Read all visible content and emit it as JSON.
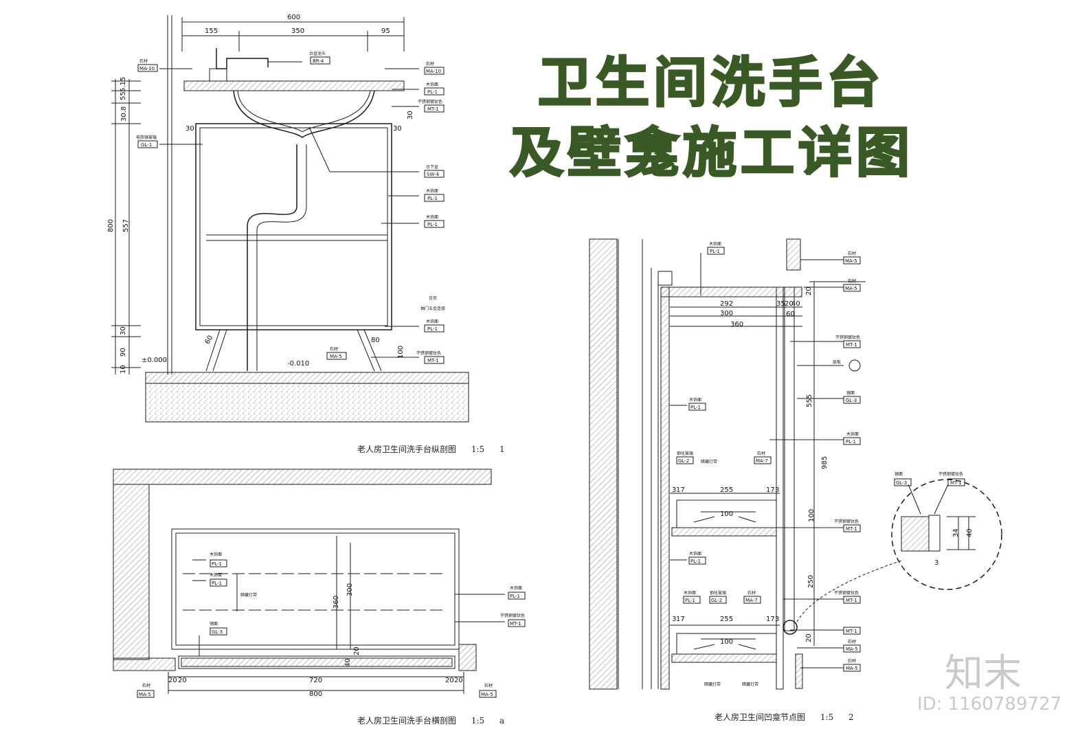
{
  "title": {
    "line1": "卫生间洗手台",
    "line2": "及壁龛施工详图"
  },
  "watermark": {
    "brand": "知末",
    "id": "ID: 1160789727"
  },
  "drawing1": {
    "caption": "老人房卫生间洗手台纵剖图",
    "scale": "1:5",
    "number": "1",
    "dims_top": [
      "600",
      "155",
      "350",
      "95"
    ],
    "dims_left": [
      "800",
      "557",
      "30.8",
      "55",
      "5.15",
      "30",
      "90",
      "10"
    ],
    "dims_misc": [
      "30",
      "30",
      "30",
      "80",
      "100",
      "60"
    ],
    "levels": [
      "±0.000",
      "-0.010"
    ],
    "tags": [
      "MA-10",
      "BR-4",
      "MA-10",
      "PL-1",
      "MT-1",
      "GL-1",
      "SW-4",
      "PL-1",
      "PL-1",
      "PL-1",
      "MT-1",
      "MA-5"
    ],
    "labels": [
      "石材",
      "台盆龙头",
      "石材",
      "木饰面",
      "不锈钢镀钛色",
      "电热镜玻璃",
      "台下盆",
      "木饰面",
      "木饰面",
      "合页",
      "木饰面",
      "不锈钢镀钛色",
      "石材",
      "抽门五金连接"
    ]
  },
  "drawing_a": {
    "caption": "老人房卫生间洗手台横剖图",
    "scale": "1:5",
    "number": "a",
    "dims": [
      "720",
      "800",
      "20",
      "20",
      "20",
      "20",
      "360",
      "300",
      "40",
      "20"
    ],
    "tags": [
      "PL-1",
      "PL-1",
      "GL-3",
      "PL-1",
      "MT-1",
      "MA-5",
      "MA-5"
    ],
    "labels": [
      "木饰面",
      "木饰面",
      "暗藏灯带",
      "镜面",
      "木饰面",
      "不锈钢镀钛色",
      "石材",
      "石材"
    ]
  },
  "drawing2": {
    "caption": "老人房卫生间凹龛节点图",
    "scale": "1:5",
    "number": "2",
    "dims": [
      "292",
      "300",
      "360",
      "35",
      "20",
      "40",
      "60",
      "555",
      "985",
      "100",
      "250",
      "20",
      "20",
      "3",
      "17",
      "255",
      "17",
      "3",
      "100",
      "3",
      "17",
      "255",
      "17",
      "3",
      "100"
    ],
    "tags": [
      "PL-1",
      "MA-5",
      "MA-5",
      "MT-1",
      "GL-3",
      "PL-1",
      "PL-1",
      "GL-2",
      "MA-7",
      "MT-1",
      "PL-1",
      "PL-1",
      "GL-2",
      "MA-7",
      "MT-1",
      "MT-1",
      "MA-5",
      "MA-5"
    ],
    "labels": [
      "木饰面",
      "石材",
      "石材",
      "不锈钢镀钛色",
      "层板",
      "镜面",
      "木饰面",
      "木饰面",
      "钢化玻璃",
      "石材",
      "不锈钢镀钛色",
      "暗藏灯带",
      "木饰面",
      "木饰面",
      "钢化玻璃",
      "石材",
      "不锈钢镀钛色",
      "石材",
      "石材",
      "暗藏灯带",
      "暗藏灯带"
    ]
  },
  "detail": {
    "tags": [
      "GL-3",
      "MT-1"
    ],
    "labels": [
      "镜面",
      "不锈钢镀钛色"
    ],
    "dims": [
      "34",
      "40",
      "3"
    ]
  },
  "colors": {
    "title": "#3a5a25",
    "line": "#1a1a1a",
    "watermark": "#c9c9c9"
  }
}
